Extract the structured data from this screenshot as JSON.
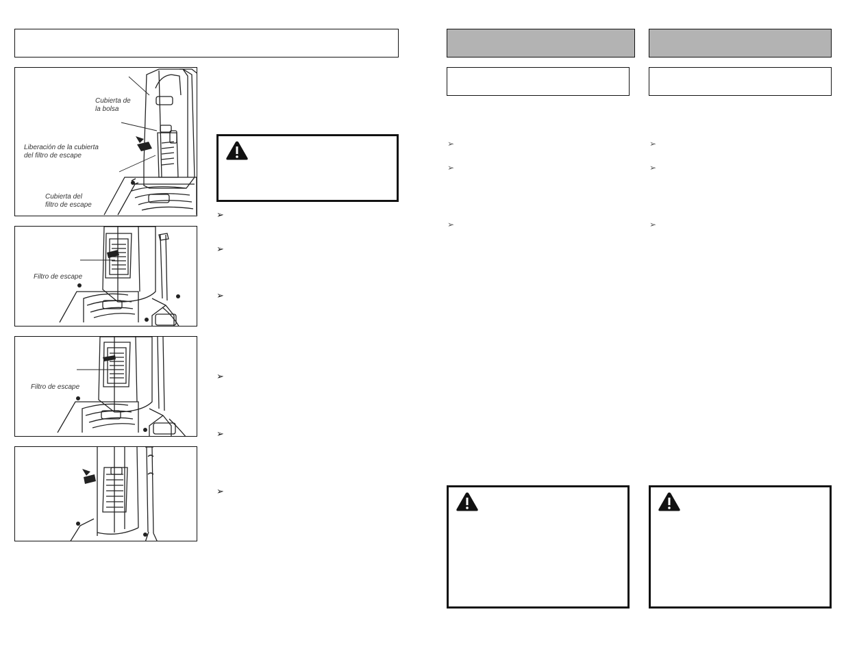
{
  "figures": {
    "fig1": {
      "labels": {
        "bag_cover": [
          "Cubierta de",
          "la bolsa"
        ],
        "filter_cover_release": [
          "Liberación de la cubierta",
          "del filtro de escape"
        ],
        "filter_cover": [
          "Cubierta del",
          "filtro de escape"
        ]
      }
    },
    "fig2": {
      "label": "Filtro de escape"
    },
    "fig3": {
      "label": "Filtro de escape"
    }
  },
  "icons": {
    "warning": "warning-triangle-icon",
    "bullet_dark": "➢",
    "bullet_light": "➢"
  },
  "colors": {
    "header_gray": "#b3b3b3",
    "border": "#111111"
  }
}
